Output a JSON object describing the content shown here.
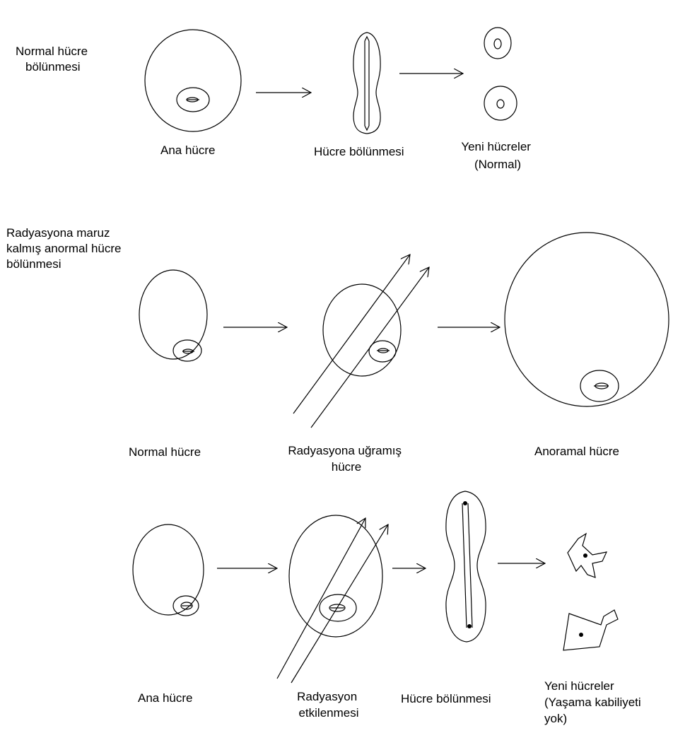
{
  "rows": {
    "normal": {
      "title": [
        "Normal hücre",
        "bölünmesi"
      ],
      "labels": {
        "parent": "Ana hücre",
        "division": "Hücre bölünmesi",
        "new_cells": [
          "Yeni hücreler",
          "(Normal)"
        ]
      }
    },
    "irradiated": {
      "title": [
        "Radyasyona maruz",
        "kalmış anormal hücre",
        "bölünmesi"
      ],
      "labels": {
        "normal_cell": "Normal hücre",
        "irradiated_cell": [
          "Radyasyona uğramış",
          "hücre"
        ],
        "abnormal_cell": "Anoramal hücre"
      }
    },
    "nonviable": {
      "labels": {
        "parent": "Ana hücre",
        "radiation": [
          "Radyasyon",
          "etkilenmesi"
        ],
        "division": "Hücre bölünmesi",
        "new_cells": [
          "Yeni hücreler",
          "(Yaşama kabiliyeti",
          "yok)"
        ]
      }
    }
  }
}
